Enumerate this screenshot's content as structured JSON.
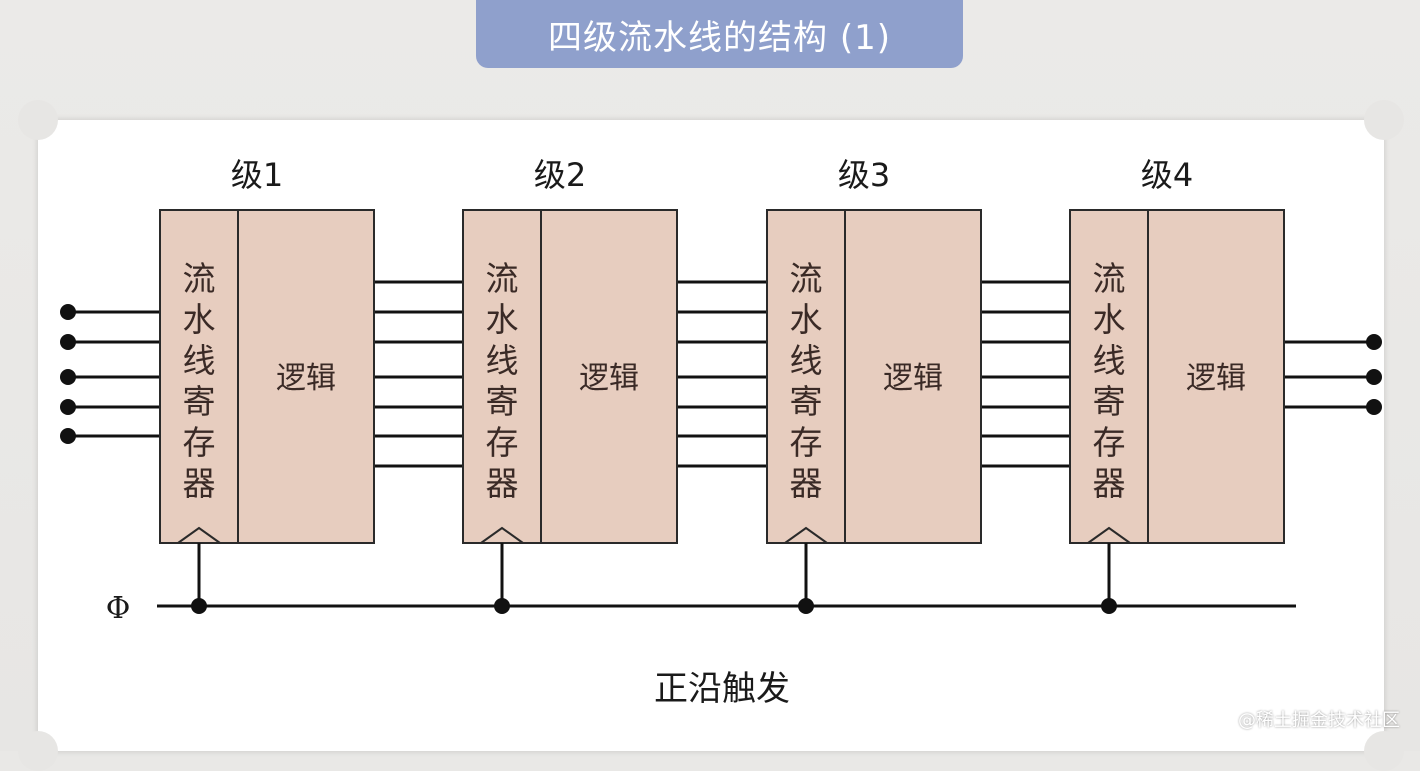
{
  "title": "四级流水线的结构 (1)",
  "diagram": {
    "stages": [
      {
        "label": "级1",
        "register_label": "流水线寄存器",
        "logic_label": "逻辑"
      },
      {
        "label": "级2",
        "register_label": "流水线寄存器",
        "logic_label": "逻辑"
      },
      {
        "label": "级3",
        "register_label": "流水线寄存器",
        "logic_label": "逻辑"
      },
      {
        "label": "级4",
        "register_label": "流水线寄存器",
        "logic_label": "逻辑"
      }
    ],
    "clock_label": "Φ",
    "caption": "正沿触发"
  },
  "watermark": "@稀土掘金技术社区",
  "colors": {
    "title_banner": "#8fa0cc",
    "block_fill": "#e7cdbf",
    "line": "#111111"
  }
}
